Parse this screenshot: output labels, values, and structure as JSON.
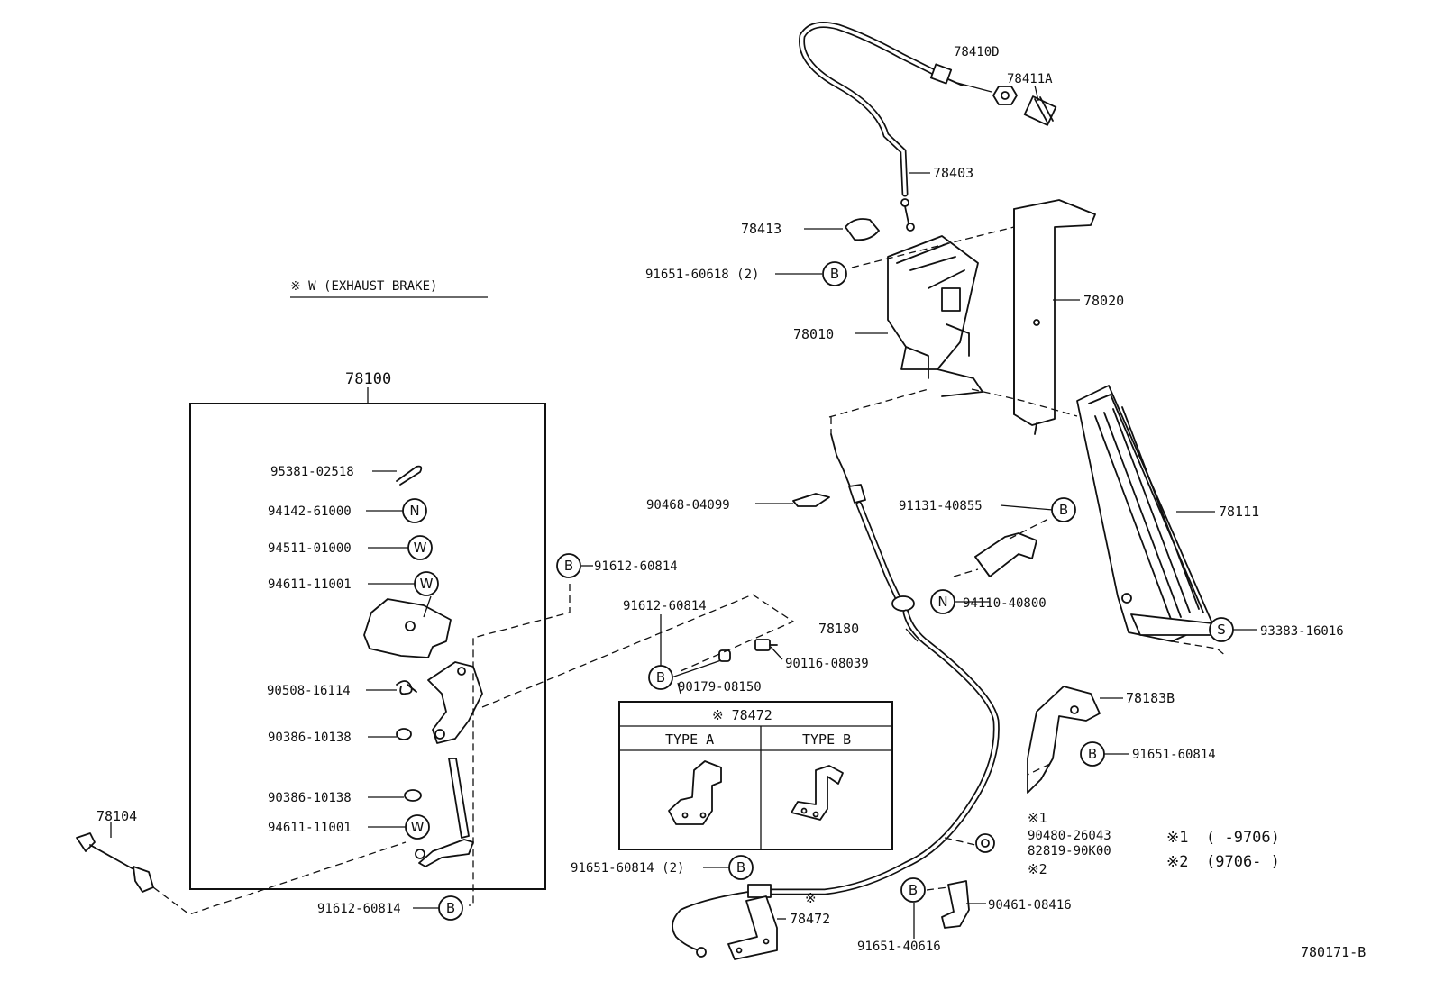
{
  "diagram": {
    "drawing_number": "780171-B",
    "exhaust_brake_note": "※ W (EXHAUST BRAKE)",
    "assembly_label": "78100",
    "inset": {
      "title": "※ 78472",
      "type_a": "TYPE  A",
      "type_b": "TYPE  B"
    },
    "date_notes": {
      "n1_mark": "※1",
      "n1_range": "(        -9706)",
      "n2_mark": "※2",
      "n2_range": "(9706-        )"
    },
    "labels": {
      "p78410D": "78410D",
      "p78411A": "78411A",
      "p78403": "78403",
      "p78413": "78413",
      "p91651_60618": "91651-60618 (2)",
      "p78020": "78020",
      "p78010": "78010",
      "p90468_04099": "90468-04099",
      "p91131_40855": "91131-40855",
      "p78111": "78111",
      "p94110_40800": "94110-40800",
      "p93383_16016": "93383-16016",
      "p78180": "78180",
      "p91612_60814_top": "91612-60814",
      "p91612_60814_mid": "91612-60814",
      "p90116_08039": "90116-08039",
      "p90179_08150": "90179-08150",
      "p78183B": "78183B",
      "p91651_60814": "91651-60814",
      "p90480_note": "※1",
      "p90480_26043": "90480-26043",
      "p82819_90K00": "82819-90K00",
      "p82819_note": "※2",
      "p91651_60814_2": "91651-60814 (2)",
      "p78472_mark": "※",
      "p78472": "78472",
      "p90461_08416": "90461-08416",
      "p91651_40616": "91651-40616",
      "p78104": "78104",
      "p91612_60814_bot": "91612-60814",
      "p95381_02518": "95381-02518",
      "p94142_61000": "94142-61000",
      "p94511_01000": "94511-01000",
      "p94611_11001_a": "94611-11001",
      "p90508_16114": "90508-16114",
      "p90386_10138_a": "90386-10138",
      "p90386_10138_b": "90386-10138",
      "p94611_11001_b": "94611-11001"
    },
    "symbols": {
      "B": "B",
      "N": "N",
      "W": "W",
      "S": "S"
    }
  }
}
